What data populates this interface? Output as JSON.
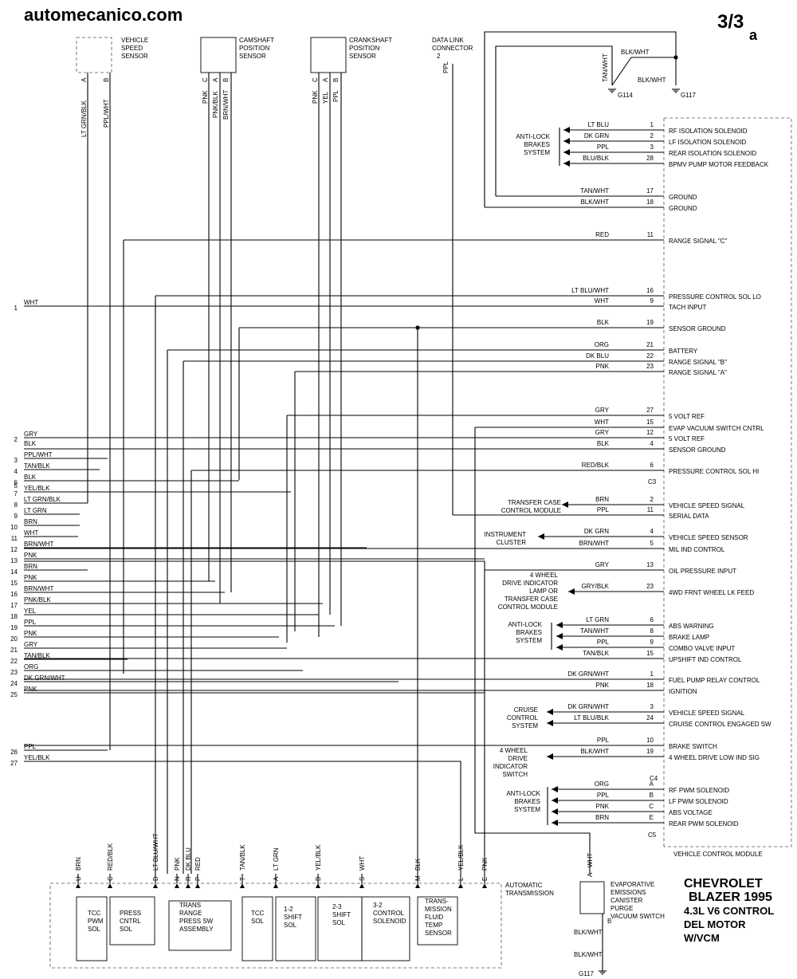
{
  "header": {
    "site": "automecanico.com",
    "page_number": "3/3",
    "page_suffix": "a"
  },
  "title": {
    "make": "CHEVROLET",
    "model": "BLAZER 1995",
    "line3": "4.3L V6  CONTROL",
    "line4": "DEL MOTOR",
    "line5": "W/VCM"
  },
  "module_label": "VEHICLE CONTROL MODULE",
  "connector_labels": {
    "c3": "C3",
    "c4": "C4",
    "c5": "C5"
  },
  "top_components": [
    {
      "id": "vss",
      "lines": [
        "VEHICLE",
        "SPEED",
        "SENSOR"
      ],
      "pins": [
        "A",
        "B"
      ],
      "wires": [
        "LT GRN/BLK",
        "PPL/WHT"
      ]
    },
    {
      "id": "cmp",
      "lines": [
        "CAMSHAFT",
        "POSITION",
        "SENSOR"
      ],
      "pins": [
        "C",
        "A",
        "B"
      ],
      "wires": [
        "PNK",
        "PNK/BLK",
        "BRN/WHT"
      ]
    },
    {
      "id": "ckp",
      "lines": [
        "CRANKSHAFT",
        "POSITION",
        "SENSOR"
      ],
      "pins": [
        "C",
        "A",
        "B"
      ],
      "wires": [
        "PNK",
        "YEL",
        "PPL"
      ]
    },
    {
      "id": "dlc",
      "lines": [
        "DATA LINK",
        "CONNECTOR"
      ],
      "pins": [
        "2"
      ],
      "wires": [
        "PPL"
      ]
    }
  ],
  "grounds": {
    "g114": "G114",
    "g117": "G117",
    "tan_wht": "TAN/WHT",
    "blk_wht": "BLK/WHT",
    "blk_wht2": "BLK/WHT"
  },
  "left_pins": [
    {
      "n": "1",
      "c": "WHT"
    },
    {
      "n": "2",
      "c": "GRY"
    },
    {
      "n": "",
      "c": "BLK"
    },
    {
      "n": "3",
      "c": "PPL/WHT"
    },
    {
      "n": "4",
      "c": "TAN/BLK"
    },
    {
      "n": "5",
      "c": ""
    },
    {
      "n": "6",
      "c": "BLK"
    },
    {
      "n": "7",
      "c": "YEL/BLK"
    },
    {
      "n": "8",
      "c": "LT GRN/BLK"
    },
    {
      "n": "9",
      "c": "LT GRN"
    },
    {
      "n": "10",
      "c": "BRN"
    },
    {
      "n": "11",
      "c": "WHT"
    },
    {
      "n": "12",
      "c": "BRN/WHT"
    },
    {
      "n": "13",
      "c": "PNK"
    },
    {
      "n": "14",
      "c": "BRN"
    },
    {
      "n": "15",
      "c": "PNK"
    },
    {
      "n": "16",
      "c": "BRN/WHT"
    },
    {
      "n": "17",
      "c": "PNK/BLK"
    },
    {
      "n": "18",
      "c": "YEL"
    },
    {
      "n": "19",
      "c": "PPL"
    },
    {
      "n": "20",
      "c": "PNK"
    },
    {
      "n": "21",
      "c": "GRY"
    },
    {
      "n": "22",
      "c": "TAN/BLK"
    },
    {
      "n": "23",
      "c": "ORG"
    },
    {
      "n": "24",
      "c": "DK GRN/WHT"
    },
    {
      "n": "25",
      "c": "PNK"
    },
    {
      "n": "26",
      "c": "PPL"
    },
    {
      "n": "27",
      "c": "YEL/BLK"
    }
  ],
  "right_pins": [
    {
      "n": "1",
      "c": "LT BLU",
      "f": "RF ISOLATION SOLENOID"
    },
    {
      "n": "2",
      "c": "DK GRN",
      "f": "LF ISOLATION SOLENOID"
    },
    {
      "n": "3",
      "c": "PPL",
      "f": "REAR ISOLATION SOLENOID"
    },
    {
      "n": "28",
      "c": "BLU/BLK",
      "f": "BPMV PUMP MOTOR FEEDBACK"
    },
    {
      "n": "17",
      "c": "TAN/WHT",
      "f": "GROUND"
    },
    {
      "n": "18",
      "c": "BLK/WHT",
      "f": "GROUND"
    },
    {
      "n": "11",
      "c": "RED",
      "f": "RANGE SIGNAL \"C\""
    },
    {
      "n": "16",
      "c": "LT BLU/WHT",
      "f": "PRESSURE CONTROL SOL LO"
    },
    {
      "n": "9",
      "c": "WHT",
      "f": "TACH INPUT"
    },
    {
      "n": "19",
      "c": "BLK",
      "f": "SENSOR GROUND"
    },
    {
      "n": "21",
      "c": "ORG",
      "f": "BATTERY"
    },
    {
      "n": "22",
      "c": "DK BLU",
      "f": "RANGE SIGNAL \"B\""
    },
    {
      "n": "23",
      "c": "PNK",
      "f": "RANGE SIGNAL \"A\""
    },
    {
      "n": "27",
      "c": "GRY",
      "f": "5 VOLT REF"
    },
    {
      "n": "15",
      "c": "WHT",
      "f": "EVAP VACUUM SWITCH CNTRL"
    },
    {
      "n": "12",
      "c": "GRY",
      "f": "5 VOLT REF"
    },
    {
      "n": "4",
      "c": "BLK",
      "f": "SENSOR GROUND"
    },
    {
      "n": "6",
      "c": "RED/BLK",
      "f": "PRESSURE CONTROL SOL HI"
    },
    {
      "n": "2",
      "c": "BRN",
      "f": "VEHICLE SPEED SIGNAL"
    },
    {
      "n": "11",
      "c": "PPL",
      "f": "SERIAL DATA"
    },
    {
      "n": "4",
      "c": "DK GRN",
      "f": "VEHICLE SPEED SENSOR"
    },
    {
      "n": "5",
      "c": "BRN/WHT",
      "f": "MIL IND CONTROL"
    },
    {
      "n": "13",
      "c": "GRY",
      "f": "OIL PRESSURE INPUT"
    },
    {
      "n": "23",
      "c": "GRY/BLK",
      "f": "4WD FRNT WHEEL LK FEED"
    },
    {
      "n": "6",
      "c": "LT GRN",
      "f": "ABS WARNING"
    },
    {
      "n": "8",
      "c": "TAN/WHT",
      "f": "BRAKE LAMP"
    },
    {
      "n": "9",
      "c": "PPL",
      "f": "COMBO VALVE INPUT"
    },
    {
      "n": "15",
      "c": "TAN/BLK",
      "f": "UPSHIFT IND CONTROL"
    },
    {
      "n": "1",
      "c": "DK GRN/WHT",
      "f": "FUEL PUMP RELAY CONTROL"
    },
    {
      "n": "18",
      "c": "PNK",
      "f": "IGNITION"
    },
    {
      "n": "3",
      "c": "DK GRN/WHT",
      "f": "VEHICLE SPEED SIGNAL"
    },
    {
      "n": "24",
      "c": "LT BLU/BLK",
      "f": "CRUISE CONTROL ENGAGED SW"
    },
    {
      "n": "10",
      "c": "PPL",
      "f": "BRAKE SWITCH"
    },
    {
      "n": "19",
      "c": "BLK/WHT",
      "f": "4 WHEEL DRIVE LOW IND SIG"
    },
    {
      "n": "A",
      "c": "ORG",
      "f": "RF PWM SOLENOID"
    },
    {
      "n": "B",
      "c": "PPL",
      "f": "LF PWM SOLENOID"
    },
    {
      "n": "C",
      "c": "PNK",
      "f": "ABS VOLTAGE"
    },
    {
      "n": "E",
      "c": "BRN",
      "f": "REAR PWM SOLENOID"
    }
  ],
  "side_labels": [
    {
      "id": "abs1",
      "lines": [
        "ANTI-LOCK",
        "BRAKES",
        "SYSTEM"
      ]
    },
    {
      "id": "tcase",
      "lines": [
        "TRANSFER CASE",
        "CONTROL MODULE"
      ]
    },
    {
      "id": "cluster",
      "lines": [
        "INSTRUMENT",
        "CLUSTER"
      ]
    },
    {
      "id": "fourwd",
      "lines": [
        "4 WHEEL",
        "DRIVE INDICATOR",
        "LAMP OR",
        "TRANSFER CASE",
        "CONTROL MODULE"
      ]
    },
    {
      "id": "abs2",
      "lines": [
        "ANTI-LOCK",
        "BRAKES",
        "SYSTEM"
      ]
    },
    {
      "id": "cruise",
      "lines": [
        "CRUISE",
        "CONTROL",
        "SYSTEM"
      ]
    },
    {
      "id": "fwdsw",
      "lines": [
        "4 WHEEL",
        "DRIVE",
        "INDICATOR",
        "SWITCH"
      ]
    },
    {
      "id": "abs3",
      "lines": [
        "ANTI-LOCK",
        "BRAKES",
        "SYSTEM"
      ]
    }
  ],
  "transmission": {
    "label": [
      "AUTOMATIC",
      "TRANSMISSION"
    ],
    "pins": [
      {
        "p": "U",
        "c": "BRN"
      },
      {
        "p": "C",
        "c": "RED/BLK"
      },
      {
        "p": "D",
        "c": "LT BLU/WHT"
      },
      {
        "p": "N",
        "c": "PNK"
      },
      {
        "p": "R",
        "c": "DK BLU"
      },
      {
        "p": "P",
        "c": "RED"
      },
      {
        "p": "T",
        "c": "TAN/BLK"
      },
      {
        "p": "A",
        "c": "LT GRN"
      },
      {
        "p": "B",
        "c": "YEL/BLK"
      },
      {
        "p": "S",
        "c": "WHT"
      },
      {
        "p": "M",
        "c": "BLK"
      },
      {
        "p": "L",
        "c": "YEL/BLK"
      },
      {
        "p": "E",
        "c": "PNK"
      }
    ],
    "components": [
      {
        "id": "tcc-pwm",
        "lines": [
          "TCC",
          "PWM",
          "SOL"
        ]
      },
      {
        "id": "press",
        "lines": [
          "PRESS",
          "CNTRL",
          "SOL"
        ]
      },
      {
        "id": "trans-range",
        "lines": [
          "TRANS",
          "RANGE",
          "PRESS SW",
          "ASSEMBLY"
        ]
      },
      {
        "id": "tcc",
        "lines": [
          "TCC",
          "SOL"
        ]
      },
      {
        "id": "s12",
        "lines": [
          "1-2",
          "SHIFT",
          "SOL"
        ]
      },
      {
        "id": "s23",
        "lines": [
          "2-3",
          "SHIFT",
          "SOL"
        ]
      },
      {
        "id": "s32",
        "lines": [
          "3-2",
          "CONTROL",
          "SOLENOID"
        ]
      },
      {
        "id": "temp",
        "lines": [
          "TRANS-",
          "MISSION",
          "FLUID",
          "TEMP",
          "SENSOR"
        ]
      }
    ]
  },
  "evap": {
    "pin": "A",
    "wire": "WHT",
    "lines": [
      "EVAPORATIVE",
      "EMISSIONS",
      "CANISTER",
      "PURGE",
      "VACUUM SWITCH"
    ],
    "pin_b": "B",
    "wire_b": "BLK/WHT",
    "wire_c": "BLK/WHT",
    "ground": "G117"
  }
}
